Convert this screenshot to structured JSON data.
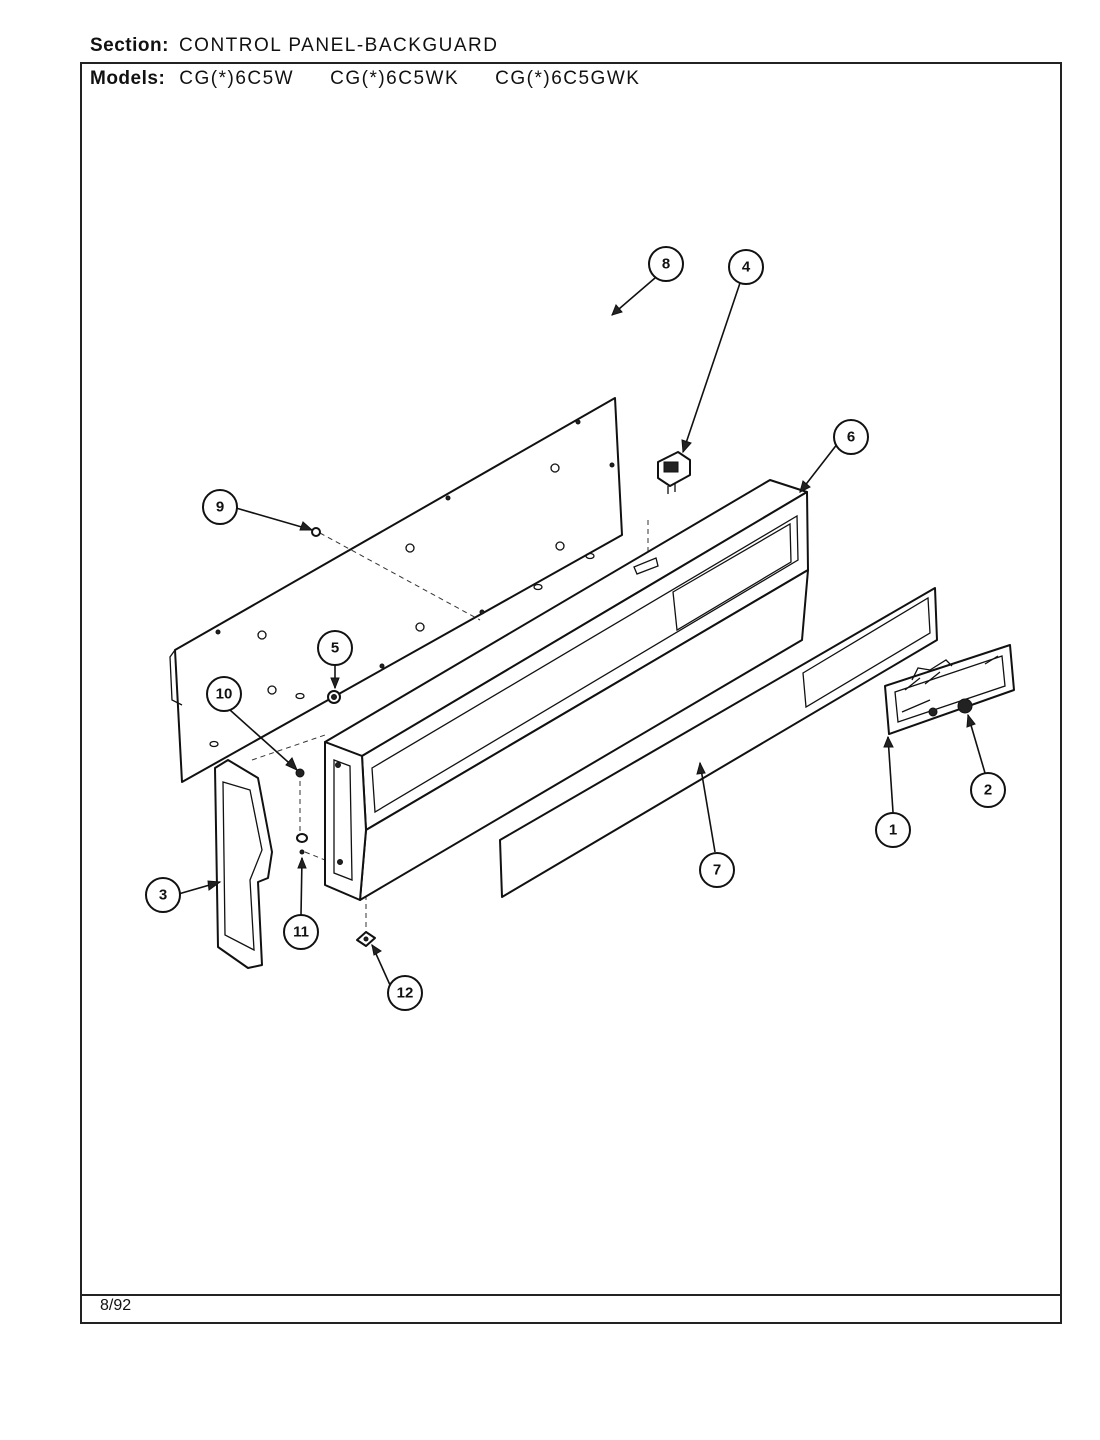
{
  "header": {
    "section_label": "Section:",
    "section_value": "CONTROL PANEL-BACKGUARD",
    "models_label": "Models:",
    "models": [
      "CG(*)6C5W",
      "CG(*)6C5WK",
      "CG(*)6C5GWK"
    ]
  },
  "footer": {
    "date_code": "8/92"
  },
  "callouts": [
    "1",
    "2",
    "3",
    "4",
    "5",
    "6",
    "7",
    "8",
    "9",
    "10",
    "11",
    "12"
  ]
}
